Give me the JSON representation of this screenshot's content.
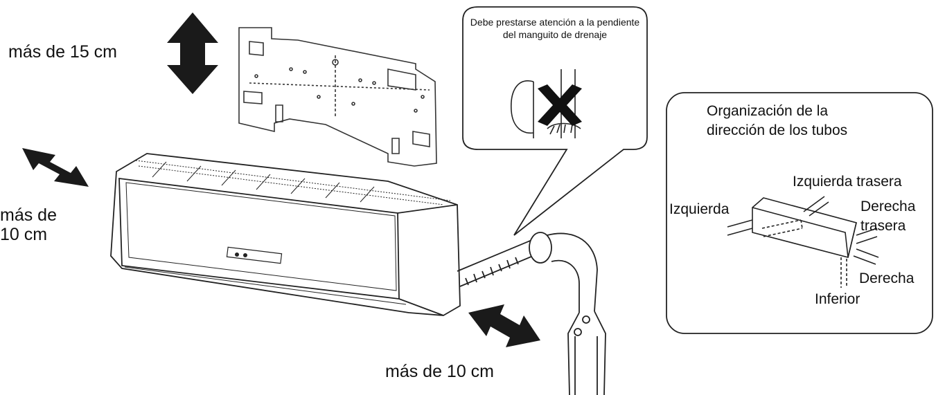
{
  "clearances": {
    "top": "más de 15 cm",
    "left_line1": "más de",
    "left_line2": "10 cm",
    "bottom": "más de 10 cm"
  },
  "callout": {
    "text": "Debe prestarse atención a la pendiente del manguito de drenaje"
  },
  "pipe_panel": {
    "title_line1": "Organización de la",
    "title_line2": "dirección de los tubos",
    "labels": {
      "left": "Izquierda",
      "left_rear": "Izquierda trasera",
      "right_rear_line1": "Derecha",
      "right_rear_line2": "trasera",
      "right": "Derecha",
      "bottom": "Inferior"
    }
  },
  "colors": {
    "ink": "#111111",
    "arrow": "#1a1a1a",
    "background": "#ffffff"
  },
  "icons": {
    "vertical_arrow": "double-arrow-vertical-icon",
    "horizontal_arrows": "double-arrow-diagonal-icon",
    "warning_mark": "x-mark-icon"
  }
}
